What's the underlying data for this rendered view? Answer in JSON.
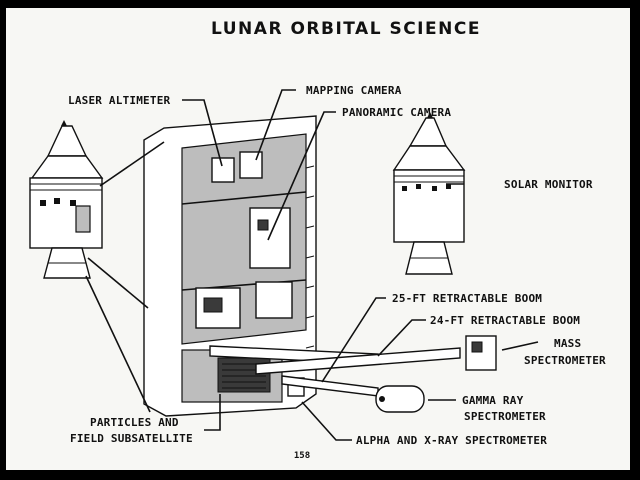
{
  "title": "LUNAR ORBITAL SCIENCE",
  "page_number": "158",
  "labels": {
    "laser_altimeter": "LASER ALTIMETER",
    "mapping_camera": "MAPPING CAMERA",
    "panoramic_camera": "PANORAMIC CAMERA",
    "solar_monitor": "SOLAR MONITOR",
    "boom_25ft": "25-FT RETRACTABLE BOOM",
    "boom_24ft": "24-FT RETRACTABLE BOOM",
    "mass_spectrometer_1": "MASS",
    "mass_spectrometer_2": "SPECTROMETER",
    "gamma_ray_1": "GAMMA RAY",
    "gamma_ray_2": "SPECTROMETER",
    "particles_1": "PARTICLES AND",
    "particles_2": "FIELD SUBSATELLITE",
    "alpha_xray": "ALPHA AND X-RAY SPECTROMETER"
  }
}
